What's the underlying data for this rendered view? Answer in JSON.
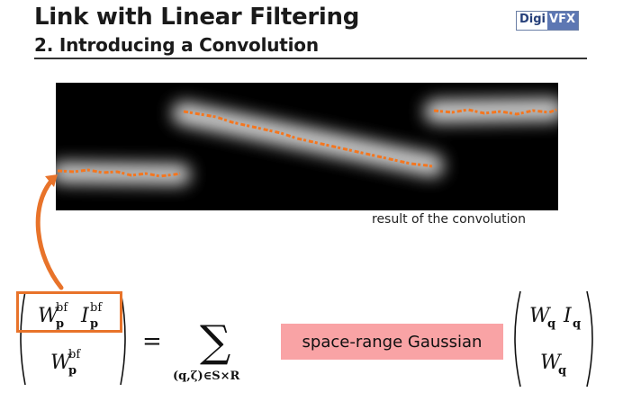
{
  "slide": {
    "title": "Link with Linear Filtering",
    "subtitle": "2. Introducing a Convolution",
    "logo_part1": "Digi",
    "logo_part2": "VFX"
  },
  "figure": {
    "caption": "result of the convolution",
    "background_color": "#000000",
    "glow_color": "#d9d9d9",
    "signal_color": "#f4761f"
  },
  "equation": {
    "numerator_W": "W",
    "numerator_W_sub": "p",
    "numerator_W_sup": "bf",
    "numerator_I": "I",
    "numerator_I_sub": "p",
    "numerator_I_sup": "bf",
    "denominator_W": "W",
    "denominator_W_sub": "p",
    "denominator_W_sup": "bf",
    "equals": "=",
    "sum_symbol": "∑",
    "sum_index": "(q,ζ)∈S×R",
    "kernel_label": "space-range Gaussian",
    "rhs_top_W": "W",
    "rhs_top_W_sub": "q",
    "rhs_top_I": "I",
    "rhs_top_I_sub": "q",
    "rhs_bottom_W": "W",
    "rhs_bottom_W_sub": "q"
  },
  "colors": {
    "highlight": "#e8732a",
    "kernel_box": "#f9a3a5"
  }
}
